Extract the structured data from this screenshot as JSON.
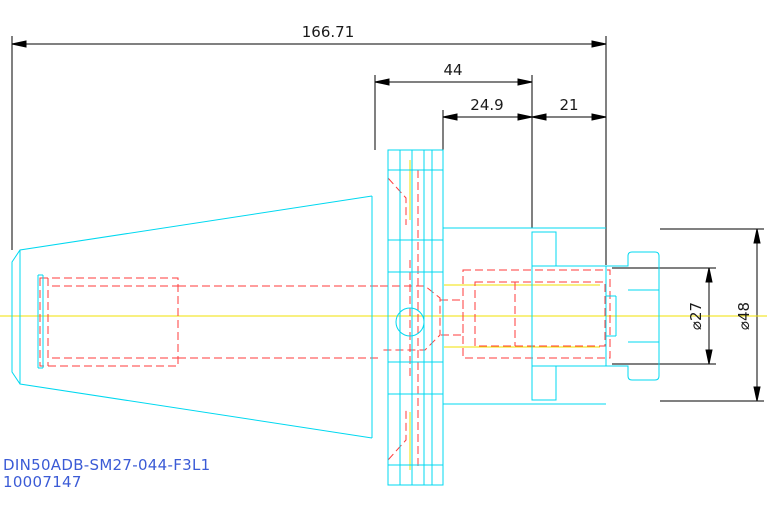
{
  "drawing": {
    "part_code": "DIN50ADB-SM27-044-F3L1",
    "item_number": "10007147",
    "colors": {
      "outline": "#00d8f0",
      "hidden": "#ff3b3b",
      "center": "#f0e000",
      "dimension": "#000000",
      "text": "#3b5bd6"
    }
  },
  "dimensions": {
    "overall_length": "166.71",
    "flange_to_end": "44",
    "inner_offset": "24.9",
    "nut_length": "21",
    "inner_diameter": "⌀27",
    "outer_diameter": "⌀48"
  }
}
